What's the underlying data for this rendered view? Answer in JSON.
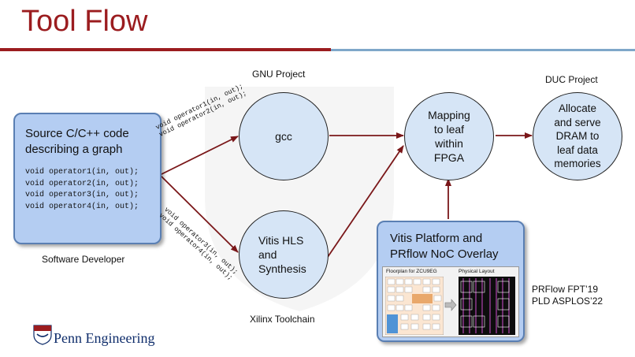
{
  "title": "Tool Flow",
  "labels": {
    "gnu": "GNU Project",
    "duc": "DUC Project",
    "xilinx": "Xilinx Toolchain",
    "developer": "Software Developer",
    "prflow1": "PRFlow FPT’19",
    "prflow2": "PLD ASPLOS’22"
  },
  "source_box": {
    "heading1": "Source C/C++ code",
    "heading2": "describing a graph",
    "code": [
      "void operator1(in, out);",
      "void operator2(in, out);",
      "void operator3(in, out);",
      "void operator4(in, out);"
    ]
  },
  "nodes": {
    "gcc": "gcc",
    "vitis_hls": [
      "Vitis HLS",
      "and",
      "Synthesis"
    ],
    "mapping": [
      "Mapping",
      "to leaf",
      "within",
      "FPGA"
    ],
    "allocate": [
      "Allocate",
      "and serve",
      "DRAM to",
      "leaf data",
      "memories"
    ]
  },
  "platform_box": {
    "heading1": "Vitis Platform and",
    "heading2": "PRflow NoC Overlay",
    "floorplan_caption": "Floorplan for ZCU9EG",
    "layout_caption": "Physical Layout"
  },
  "arrow_labels": {
    "upper1": "void operator1(in, out);",
    "upper2": "void operator2(in, out);",
    "lower1": "void operator3(in, out);",
    "lower2": "void operator4(in, out);"
  },
  "logo": {
    "text": "Penn Engineering"
  },
  "colors": {
    "title": "#9b1c1f",
    "box_fill": "#b4cdf2",
    "circle_fill": "#d6e5f6",
    "arrow": "#7a1719"
  }
}
